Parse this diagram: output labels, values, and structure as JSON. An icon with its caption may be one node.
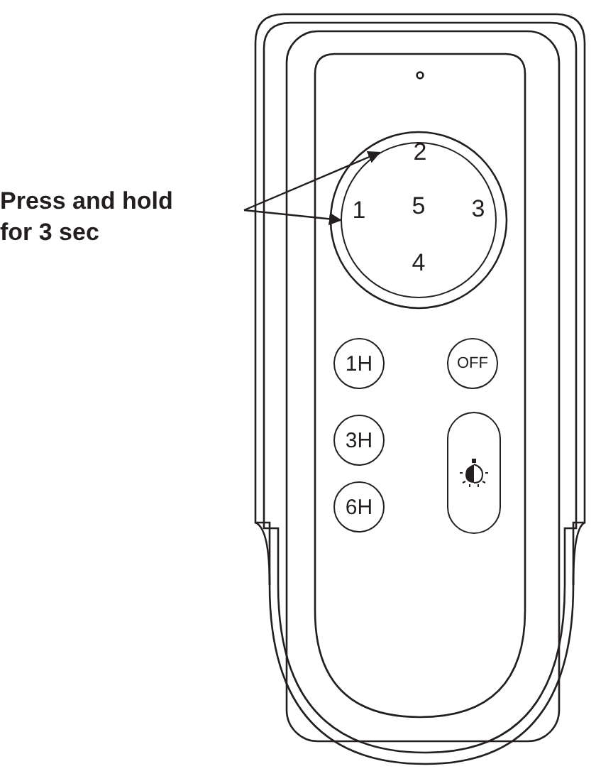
{
  "diagram": {
    "nodes": [
      {
        "text": [
          "Press and hold for 3 sec"
        ]
      },
      {
        "text": [],
        "shape": "circle"
      },
      {
        "text": [
          "1H"
        ]
      },
      {
        "text": [
          "OFF"
        ]
      },
      {
        "text": [
          "3H"
        ]
      },
      {
        "text": [],
        "shape": "box"
      },
      {
        "text": [
          "6H"
        ]
      }
    ],
    "edges": [
      {
        "from": 0,
        "to": 1,
        "arrow": "to"
      },
      {
        "from": 0,
        "to": 1,
        "arrow": "to"
      }
    ],
    "labels": [
      "2",
      "1",
      "5",
      "3",
      "4"
    ]
  }
}
